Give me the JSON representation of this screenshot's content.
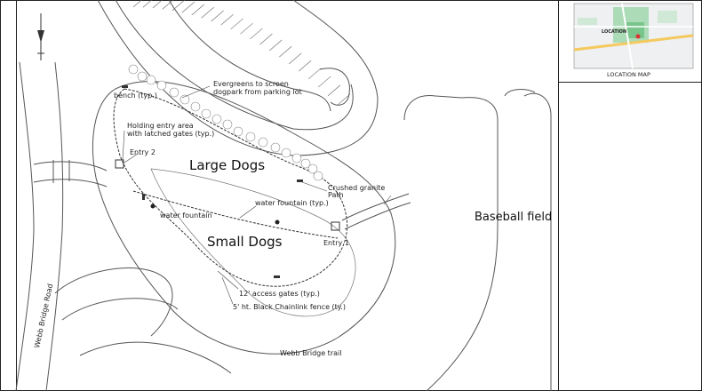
{
  "labels": {
    "large_dogs": "Large Dogs",
    "small_dogs": "Small Dogs",
    "baseball_field": "Baseball field",
    "webb_bridge_road": "Webb Bridge Road",
    "webb_bridge_trail": "Webb Bridge trail",
    "entry_1": "Entry 1",
    "entry_2": "Entry 2",
    "bench": "bench (typ.)",
    "evergreens_line1": "Evergreens to screen",
    "evergreens_line2": "dogpark from parking lot",
    "holding_line1": "Holding entry area",
    "holding_line2": "with latched gates (typ.)",
    "water_fountain_left": "water fountain",
    "water_fountain_typ": "water fountain (typ.)",
    "crushed_line1": "Crushed granite",
    "crushed_line2": "Path",
    "access_gates": "12' access gates (typ.)",
    "fence": "5' ht. Black Chainlink fence (ty.)"
  },
  "location_map": {
    "caption": "LOCATION MAP",
    "marker_label": "LOCATION"
  },
  "colors": {
    "line": "#555555",
    "fence": "#333333",
    "park_green": "#8fd19e",
    "map_bg": "#eef0f2"
  },
  "icons": {
    "north_arrow": "north-arrow-icon",
    "tree": "tree-icon",
    "location_pin": "location-pin-icon"
  }
}
